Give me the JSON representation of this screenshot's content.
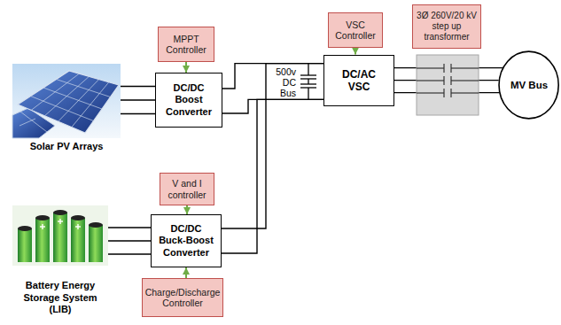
{
  "diagram": {
    "nodes": [
      {
        "text": [
          "MPPT Controller"
        ]
      },
      {
        "text": [
          "Solar PV Arrays"
        ]
      },
      {
        "text": [
          "DC/DC Boost Converter"
        ]
      },
      {
        "text": [
          "VSC Controller"
        ]
      },
      {
        "text": [
          "DC/AC VSC"
        ]
      },
      {
        "text": [
          "3Ø 260V/20 kV step up transformer"
        ]
      },
      {
        "text": [
          "MV Bus"
        ]
      },
      {
        "text": [
          "V and I controller"
        ]
      },
      {
        "text": [
          "Battery Energy Storage System (LIB)"
        ]
      },
      {
        "text": [
          "DC/DC Buck-Boost Converter"
        ]
      },
      {
        "text": [
          "Charge/Discharge Controller"
        ]
      }
    ],
    "edges": [
      {
        "from": 0,
        "to": 2,
        "arrow": "to"
      },
      {
        "from": 1,
        "to": 2,
        "arrow": "none"
      },
      {
        "from": 2,
        "to": 4,
        "arrow": "none"
      },
      {
        "from": 3,
        "to": 4,
        "arrow": "to"
      },
      {
        "from": 4,
        "to": 6,
        "arrow": "none"
      },
      {
        "from": 7,
        "to": 9,
        "arrow": "to"
      },
      {
        "from": 8,
        "to": 9,
        "arrow": "none"
      },
      {
        "from": 10,
        "to": 9,
        "arrow": "to"
      },
      {
        "from": 9,
        "to": 4,
        "arrow": "none"
      }
    ],
    "labels": [
      "500v DC Bus"
    ]
  }
}
